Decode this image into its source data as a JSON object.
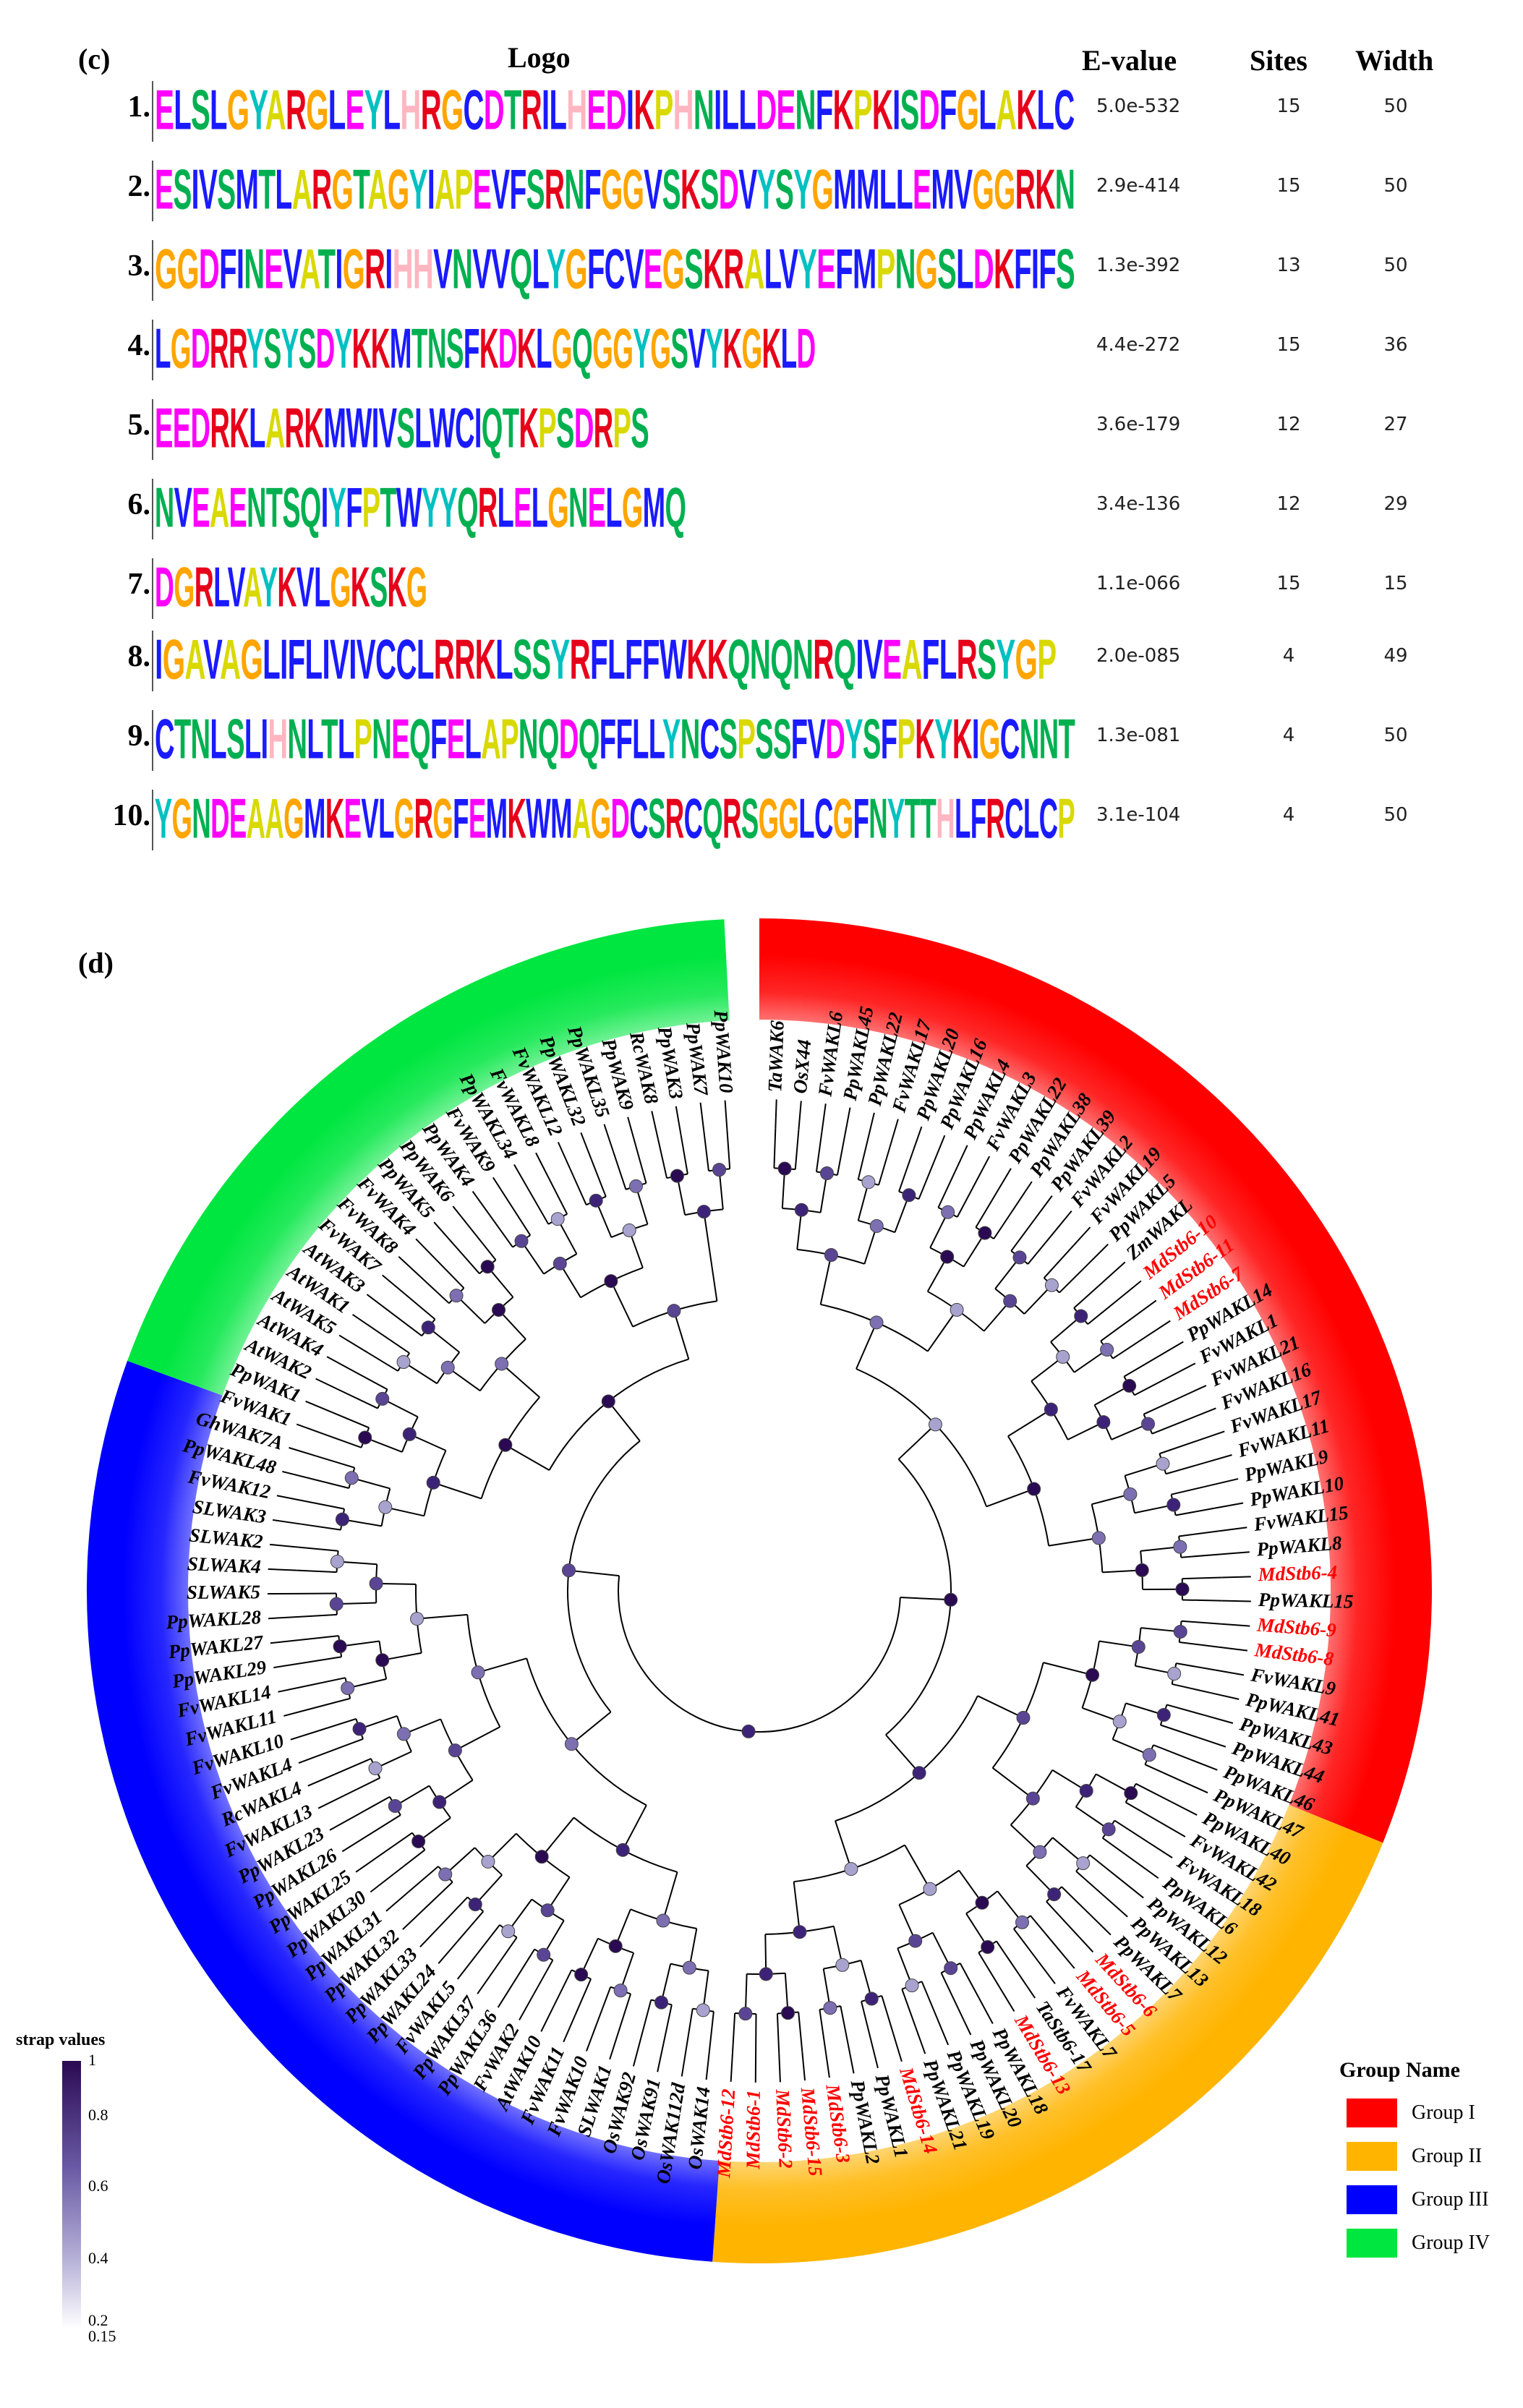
{
  "panel_c": {
    "label": "(c)",
    "headers": {
      "logo": "Logo",
      "evalue": "E-value",
      "sites": "Sites",
      "width": "Width"
    },
    "motifs": [
      {
        "num": "1.",
        "seq": "ELSLGYARGLEYLHRGCDTRILHEDIKPHNILLDENFKPKISDFGLAKLC",
        "evalue": "5.0e-532",
        "sites": "15",
        "width": "50"
      },
      {
        "num": "2.",
        "seq": "ESIVSMTLARGTAGYIAPEVFSRNFGGVSKSDVYSYGMMLLEMVGGRKN",
        "evalue": "2.9e-414",
        "sites": "15",
        "width": "50"
      },
      {
        "num": "3.",
        "seq": "GGDFINEVATIGRIHHVNVVQLYGFCVEGSKRALVYEFMPNGSLDKFIFS",
        "evalue": "1.3e-392",
        "sites": "13",
        "width": "50"
      },
      {
        "num": "4.",
        "seq": "LGDRRYSYSDYKKMTNSFKDKLGQGGYGSVYKGKLD",
        "evalue": "4.4e-272",
        "sites": "15",
        "width": "36"
      },
      {
        "num": "5.",
        "seq": "EEDRKLARKMWIVSLWCIQTKPSDRPS",
        "evalue": "3.6e-179",
        "sites": "12",
        "width": "27"
      },
      {
        "num": "6.",
        "seq": "NVEAENTSQIYFPTWYYQRLELGNELGMQ",
        "evalue": "3.4e-136",
        "sites": "12",
        "width": "29"
      },
      {
        "num": "7.",
        "seq": "DGRLVAYKVLGKSKG",
        "evalue": "1.1e-066",
        "sites": "15",
        "width": "15"
      },
      {
        "num": "8.",
        "seq": "IGAVAGLIFLIVIVCCLRRKLSSYRFLFFWKKQNQNRQIVEAFLRSYGP",
        "evalue": "2.0e-085",
        "sites": "4",
        "width": "49"
      },
      {
        "num": "9.",
        "seq": "CTNLSLIHNLTLPNEQFELAPNQDQFFLLYNCSPSSFVDYSFPKYKIGCNNT",
        "evalue": "1.3e-081",
        "sites": "4",
        "width": "50"
      },
      {
        "num": "10.",
        "seq": "YGNDEAAGMKEVLGRGFEMKWMAGDCSRCQRSGGLCGFNYTTHLFRCLCP",
        "evalue": "3.1e-104",
        "sites": "4",
        "width": "50"
      }
    ]
  },
  "panel_d": {
    "label": "(d)",
    "strap_title": "strap values",
    "strap_ticks": [
      "1",
      "0.8",
      "0.6",
      "0.4",
      "0.2",
      "0.15"
    ],
    "legend_title": "Group Name",
    "groups": [
      {
        "name": "Group I",
        "color": "#ff0000"
      },
      {
        "name": "Group II",
        "color": "#ffb400"
      },
      {
        "name": "Group III",
        "color": "#0000ff"
      },
      {
        "name": "Group IV",
        "color": "#00e640"
      }
    ],
    "leaves": [
      "TaWAK6",
      "OsX44",
      "FvWAKL6",
      "PpWAKL45",
      "PpWAKL22",
      "FvWAKL17",
      "PpWAKL20",
      "PpWAKL16",
      "PpWAKL4",
      "FvWAKL3",
      "PpWAKL22",
      "PpWAKL38",
      "PpWAKL39",
      "FvWAKL2",
      "FvWAKL19",
      "PpWAKL5",
      "ZmWAKL",
      "MdStb6-10",
      "MdStb6-11",
      "MdStb6-7",
      "PpWAKL14",
      "FvWAKL1",
      "FvWAKL21",
      "FvWAKL16",
      "FvWAKL17",
      "FvWAKL11",
      "PpWAKL9",
      "PpWAKL10",
      "FvWAKL15",
      "PpWAKL8",
      "MdStb6-4",
      "PpWAKL15",
      "MdStb6-9",
      "MdStb6-8",
      "FvWAKL9",
      "PpWAKL41",
      "PpWAKL43",
      "PpWAKL44",
      "PpWAKL46",
      "PpWAKL47",
      "PpWAKL40",
      "FvWAKL42",
      "FvWAKL18",
      "PpWAKL6",
      "PpWAKL12",
      "PpWAKL13",
      "PpWAKL7",
      "MdStb6-6",
      "MdStb6-5",
      "FvWAKL7",
      "TaStb6-17",
      "MdStb6-13",
      "PpWAKL18",
      "PpWAKL20",
      "PpWAKL19",
      "PpWAKL21",
      "MdStb6-14",
      "PpWAKL1",
      "PpWAKL2",
      "MdStb6-3",
      "MdStb6-15",
      "MdStb6-2",
      "MdStb6-1",
      "MdStb6-12",
      "OsWAK14",
      "OsWAK112d",
      "OsWAK91",
      "OsWAK92",
      "SLWAK1",
      "FvWAK10",
      "FvWAK11",
      "AtWAK10",
      "FvWAK2",
      "PpWAKL36",
      "PpWAKL37",
      "FvWAKL5",
      "PpWAKL24",
      "PpWAKL33",
      "PpWAKL32",
      "PpWAKL31",
      "PpWAKL30",
      "PpWAKL25",
      "PpWAKL26",
      "PpWAKL23",
      "FvWAKL13",
      "RcWAKL4",
      "FvWAKL4",
      "FvWAKL10",
      "FvWAKL11",
      "FvWAKL14",
      "PpWAKL29",
      "PpWAKL27",
      "PpWAKL28",
      "SLWAK5",
      "SLWAK4",
      "SLWAK2",
      "SLWAK3",
      "FvWAK12",
      "PpWAKL48",
      "GhWAK7A",
      "FvWAK1",
      "PpWAK1",
      "AtWAK2",
      "AtWAK4",
      "AtWAK5",
      "AtWAK1",
      "AtWAK3",
      "FvWAK7",
      "FvWAK8",
      "FvWAK4",
      "PpWAK5",
      "PpWAK6",
      "PpWAK4",
      "FvWAK9",
      "PpWAKL34",
      "FvWAKL8",
      "FvWAKL12",
      "PpWAKL32",
      "PpWAKL35",
      "PpWAK9",
      "RcWAK8",
      "PpWAK3",
      "PpWAK7",
      "PpWAK10"
    ],
    "highlight_color": "#ff0000",
    "leaf_color": "#000000"
  }
}
